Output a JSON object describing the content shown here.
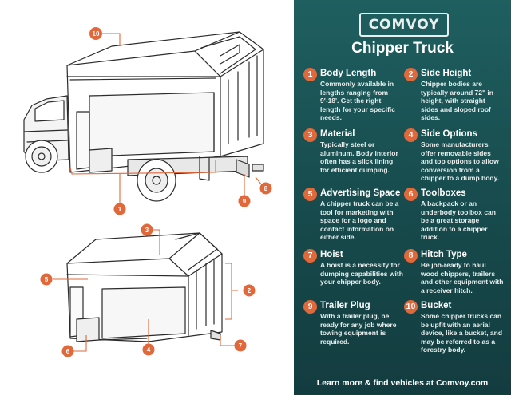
{
  "brand": "COMVOY",
  "title": "Chipper Truck",
  "features": [
    {
      "num": "1",
      "title": "Body Length",
      "desc": "Commonly available in lengths ranging from 9'-18'. Get the right length for your specific needs."
    },
    {
      "num": "2",
      "title": "Side Height",
      "desc": "Chipper bodies are typically around 72\" in height, with straight sides and sloped roof sides."
    },
    {
      "num": "3",
      "title": "Material",
      "desc": "Typically steel or aluminum. Body interior often has a slick lining for efficient dumping."
    },
    {
      "num": "4",
      "title": "Side Options",
      "desc": "Some manufacturers offer removable sides and top options to allow conversion from a chipper to a dump body."
    },
    {
      "num": "5",
      "title": "Advertising Space",
      "desc": "A chipper truck can be a tool for marketing with space for a logo and contact information on either side."
    },
    {
      "num": "6",
      "title": "Toolboxes",
      "desc": "A backpack or an underbody toolbox can be a great storage addition to a chipper truck."
    },
    {
      "num": "7",
      "title": "Hoist",
      "desc": "A hoist is a necessity for dumping capabilities with your chipper body."
    },
    {
      "num": "8",
      "title": "Hitch Type",
      "desc": "Be job-ready to haul wood chippers, trailers and other equipment with a receiver hitch."
    },
    {
      "num": "9",
      "title": "Trailer Plug",
      "desc": "With a trailer plug, be ready for any job where towing equipment is required."
    },
    {
      "num": "10",
      "title": "Bucket",
      "desc": "Some chipper trucks can be upfit with an aerial device, like a bucket, and may be referred to as a forestry body."
    }
  ],
  "callouts": {
    "top": [
      "10",
      "1",
      "9",
      "8"
    ],
    "bottom": [
      "3",
      "5",
      "2",
      "6",
      "4",
      "7"
    ]
  },
  "footer": "Learn more & find vehicles at Comvoy.com"
}
